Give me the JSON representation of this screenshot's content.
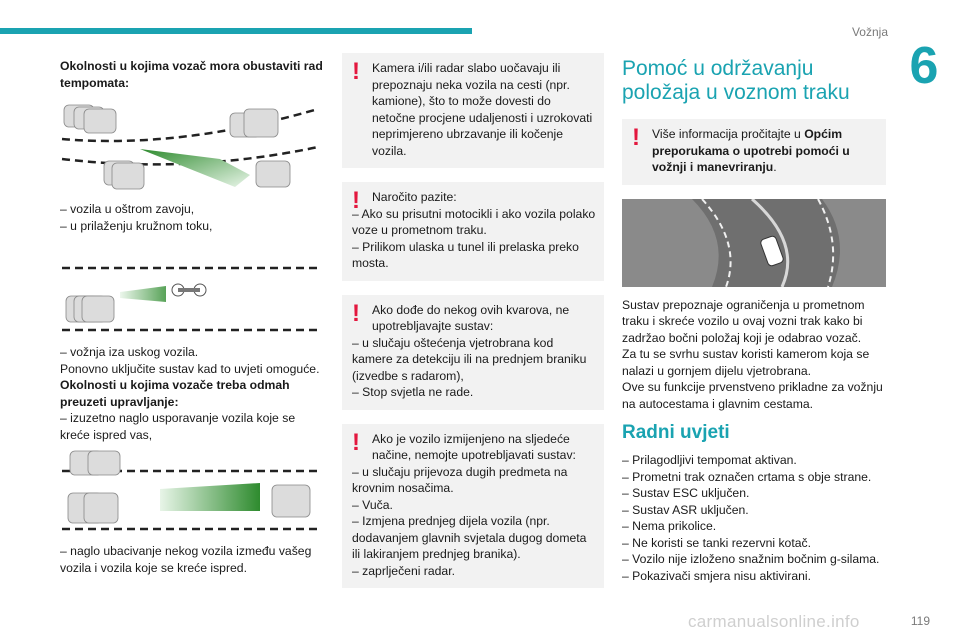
{
  "header": {
    "section": "Vožnja",
    "chapter": "6",
    "page_number": "119"
  },
  "watermark": "carmanualsonline.info",
  "col1": {
    "heading": "Okolnosti u kojima vozač mora obustaviti rad tempomata:",
    "list1": [
      "– vozila u oštrom zavoju,",
      "– u prilaženju kružnom toku,"
    ],
    "list2": [
      "– vožnja iza uskog vozila."
    ],
    "note": "Ponovno uključite sustav kad to uvjeti omoguće.",
    "heading2": "Okolnosti u kojima vozače treba odmah preuzeti upravljanje:",
    "list3": [
      "– izuzetno naglo usporavanje vozila koje se kreće ispred vas,"
    ],
    "list4": [
      "– naglo ubacivanje nekog vozila između vašeg vozila i vozila koje se kreće ispred."
    ]
  },
  "col2": {
    "warn1": {
      "first": "Kamera i/ili radar slabo uočavaju ili prepoznaju neka vozila na cesti (npr. kamione), što to može dovesti do netočne procjene udaljenosti i uzrokovati neprimjereno ubrzavanje ili kočenje vozila."
    },
    "warn2": {
      "first": "Naročito pazite:",
      "items": [
        "– Ako su prisutni motocikli i ako vozila polako voze u prometnom traku.",
        "– Prilikom ulaska u tunel ili prelaska preko mosta."
      ]
    },
    "warn3": {
      "first": "Ako dođe do nekog ovih kvarova, ne upotrebljavajte sustav:",
      "items": [
        "– u slučaju oštećenja vjetrobrana kod kamere za detekciju ili na prednjem braniku (izvedbe s radarom),",
        "– Stop svjetla ne rade."
      ]
    },
    "warn4": {
      "first": "Ako je vozilo izmijenjeno na sljedeće načine, nemojte upotrebljavati sustav:",
      "items": [
        "– u slučaju prijevoza dugih predmeta na krovnim nosačima.",
        "– Vuča.",
        "– Izmjena prednjeg dijela vozila (npr. dodavanjem glavnih svjetala dugog dometa ili lakiranjem prednjeg branika).",
        "– zaprlječeni radar."
      ]
    }
  },
  "col3": {
    "title": "Pomoć u održavanju položaja u voznom traku",
    "info": {
      "prefix": "Više informacija pročitajte u ",
      "bold": "Općim preporukama o upotrebi pomoći u vožnji i manevriranju",
      "suffix": "."
    },
    "para": [
      "Sustav prepoznaje ograničenja u prometnom traku i skreće vozilo u ovaj vozni trak kako bi zadržao bočni položaj koji je odabrao vozač.",
      "Za tu se svrhu sustav koristi kamerom koja se nalazi u gornjem dijelu vjetrobrana.",
      "Ove su funkcije prvenstveno prikladne za vožnju na autocestama i glavnim cestama."
    ],
    "subtitle": "Radni uvjeti",
    "conditions": [
      "– Prilagodljivi tempomat aktivan.",
      "– Prometni trak označen crtama s obje strane.",
      "– Sustav ESC uključen.",
      "– Sustav ASR uključen.",
      "– Nema prikolice.",
      "– Ne koristi se tanki rezervni kotač.",
      "– Vozilo nije izloženo snažnim bočnim g-silama.",
      "– Pokazivači smjera nisu aktivirani."
    ]
  },
  "colors": {
    "accent": "#1aa3b1",
    "warning": "#e3173e",
    "box": "#f2f2f2"
  }
}
